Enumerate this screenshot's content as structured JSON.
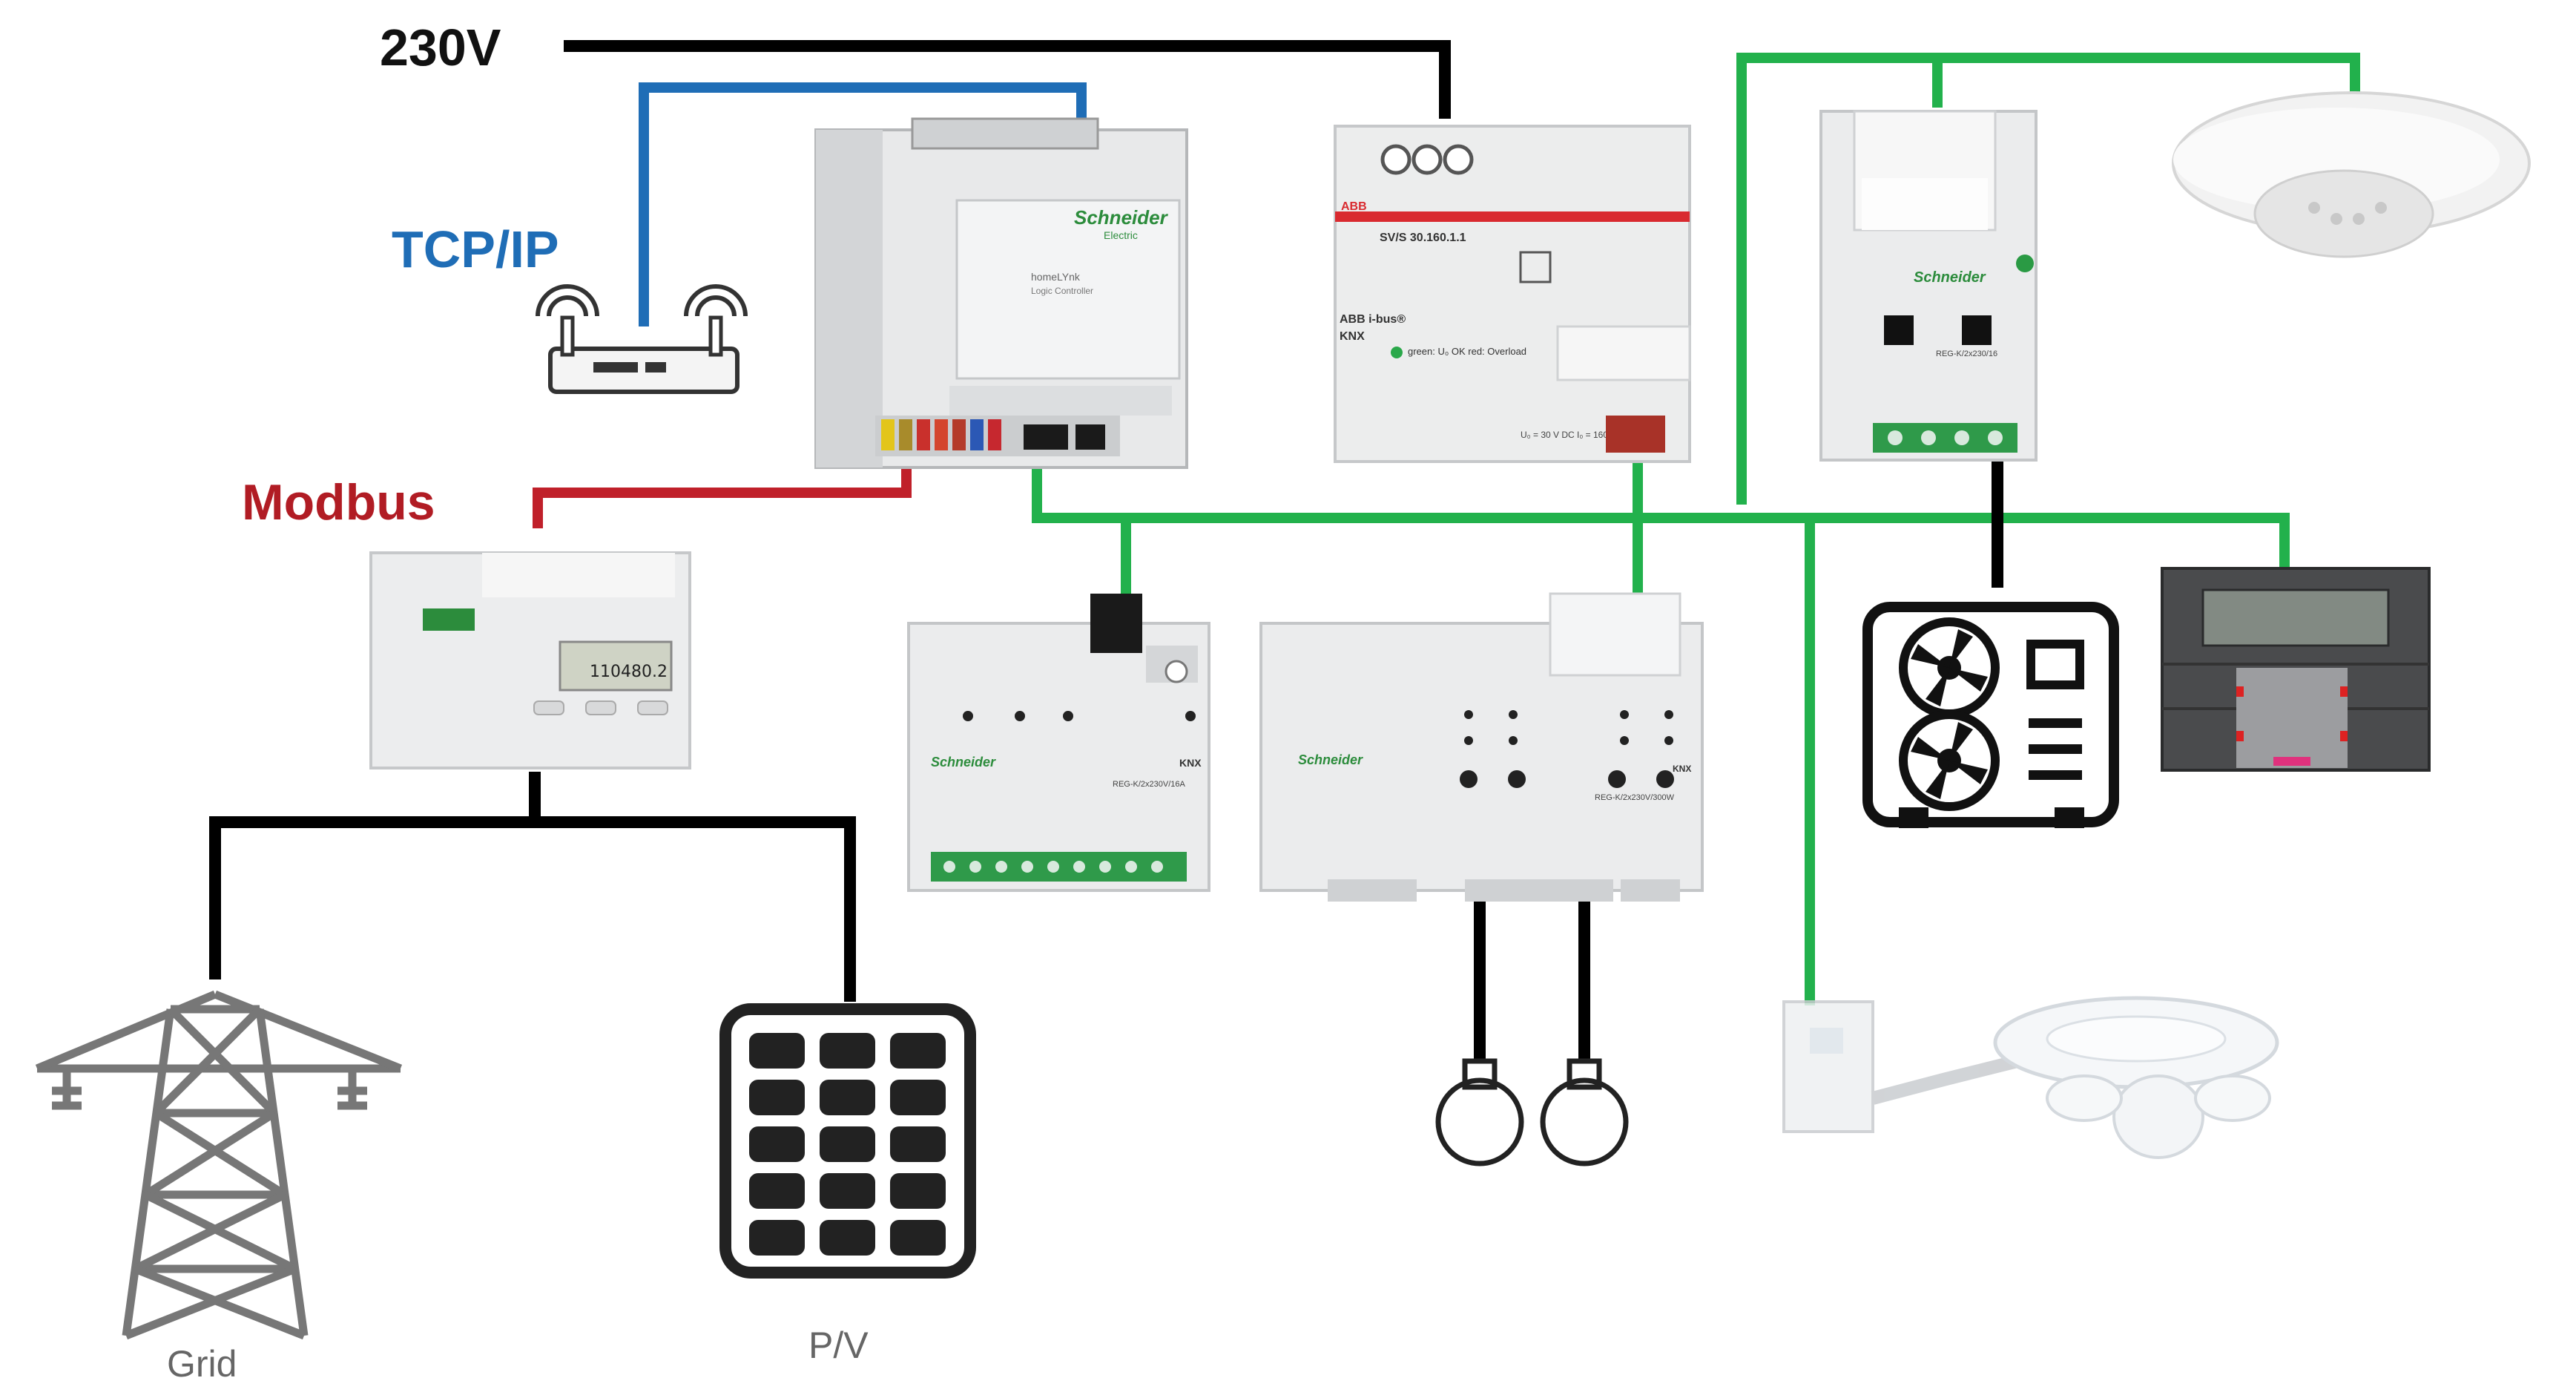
{
  "labels": {
    "power": "230V",
    "network": "TCP/IP",
    "fieldbus": "Modbus",
    "grid": "Grid",
    "pv": "P/V"
  },
  "device_text": {
    "brand": "Schneider",
    "brand_sub": "Electric",
    "controller_name": "homeLYnk",
    "controller_sub": "Logic Controller",
    "psu_brand": "ABB",
    "psu_model": "SV/S 30.160.1.1",
    "psu_bus": "ABB i-bus®",
    "psu_status": "green: U₀ OK   red: Overload",
    "psu_out": "U₀ = 30 V DC  I₀ = 160 mA",
    "meter_reading": "110480.2",
    "knx": "KNX",
    "io_module": "REG-K/2x230V/16A",
    "dimmer_module": "REG-K/2x230V/300W",
    "switch_actuator": "REG-K/2x230/16"
  },
  "colors": {
    "power_line": "#000000",
    "network_line": "#1f6db6",
    "modbus_line": "#c0202a",
    "knx_line": "#22b14c",
    "label_network": "#1f6db6",
    "label_modbus": "#b11c24"
  }
}
